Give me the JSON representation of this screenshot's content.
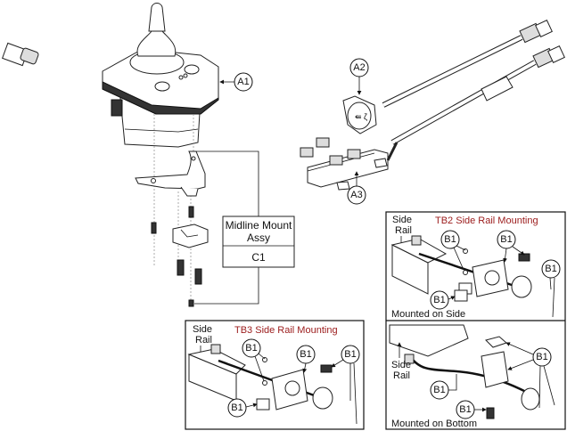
{
  "diagram": {
    "callouts": {
      "a1": "A1",
      "a2": "A2",
      "a3": "A3",
      "b1": "B1"
    },
    "midline_box": {
      "line1": "Midline Mount",
      "line2": "Assy",
      "code": "C1"
    },
    "tb2_panel": {
      "title": "TB2 Side Rail Mounting",
      "side_rail_1": "Side",
      "side_rail_2": "Rail",
      "mounted_side": "Mounted on Side",
      "mounted_bottom": "Mounted on Bottom",
      "side_rail_bottom_1": "Side",
      "side_rail_bottom_2": "Rail"
    },
    "tb3_panel": {
      "title": "TB3 Side Rail Mounting",
      "side_rail_1": "Side",
      "side_rail_2": "Rail"
    },
    "colors": {
      "panel_title": "#9b1b1b",
      "line": "#222222"
    }
  }
}
